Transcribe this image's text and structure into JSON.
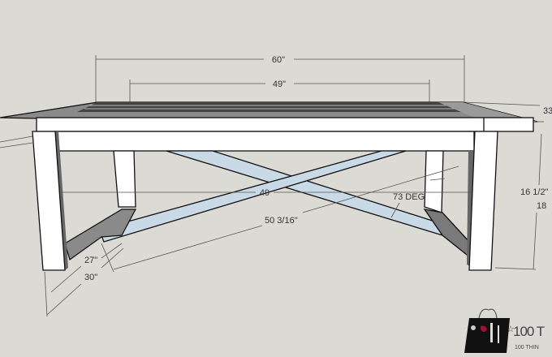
{
  "dimensions": {
    "overall_length": "60\"",
    "inner_length": "49\"",
    "depth": "33",
    "height_a": "16 1/2\"",
    "height_b": "18",
    "stretcher_length": "49",
    "brace_angle": "73 DEG",
    "brace_length": "50 3/16\"",
    "inner_leg_depth": "27\"",
    "outer_leg_depth": "30\""
  },
  "logo": {
    "line1": "100 T",
    "line2": "100 THIN"
  },
  "colors": {
    "background": "#dcdad5",
    "wood": "#ffffff",
    "shadow": "#7a7a7a",
    "brace": "#c9d9e6"
  }
}
